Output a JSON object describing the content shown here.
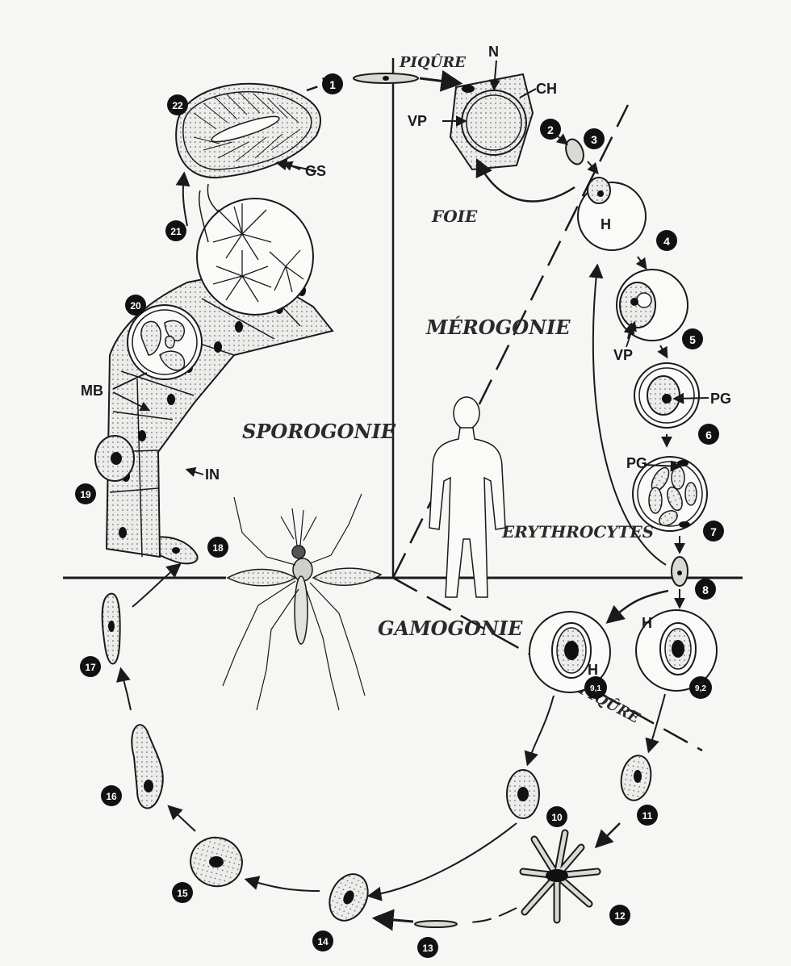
{
  "phases": {
    "sporogonie": "SPOROGONIE",
    "merogonie": "MÉROGONIE",
    "gamogonie": "GAMOGONIE",
    "foie": "FOIE",
    "erythrocytes": "ERYTHROCYTES",
    "piqure_top": "PIQÛRE",
    "piqure_bottom": "PIQÛRE"
  },
  "labels": {
    "N": "N",
    "CH": "CH",
    "VP_liver": "VP",
    "H_liver": "H",
    "VP_rbc": "VP",
    "PG_6": "PG",
    "PG_7": "PG",
    "H_91": "H",
    "H_92": "H",
    "GS": "GS",
    "MB": "MB",
    "IN": "IN"
  },
  "stages": [
    "1",
    "2",
    "3",
    "4",
    "5",
    "6",
    "7",
    "8",
    "9,1",
    "9,2",
    "10",
    "11",
    "12",
    "13",
    "14",
    "15",
    "16",
    "17",
    "18",
    "19",
    "20",
    "21",
    "22"
  ]
}
